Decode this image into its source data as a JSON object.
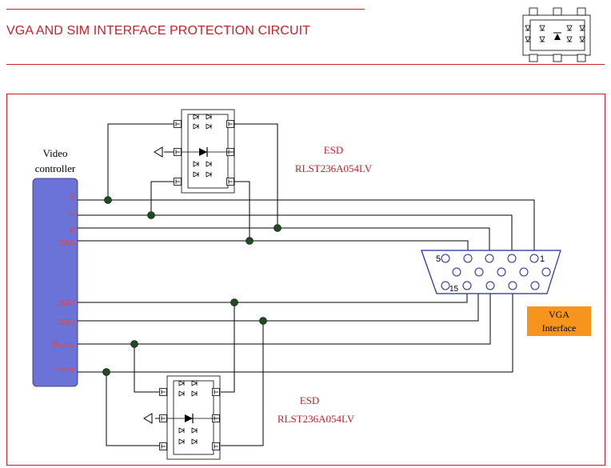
{
  "header": {
    "title": "VGA AND SIM INTERFACE PROTECTION CIRCUIT"
  },
  "controller": {
    "label_line1": "Video",
    "label_line2": "controller",
    "pins": [
      "R",
      "G",
      "B",
      "ID00",
      "ID02",
      "ID03",
      "H-sync",
      "V-sync"
    ],
    "color": "#6b72d8"
  },
  "esd_top": {
    "label": "ESD",
    "part_number": "RLST236A054LV"
  },
  "esd_bottom": {
    "label": "ESD",
    "part_number": "RLST236A054LV"
  },
  "connector": {
    "pin_labels": [
      "5",
      "1",
      "15"
    ]
  },
  "vga_box": {
    "line1": "VGA",
    "line2": "Interface",
    "color": "#f7941d"
  },
  "colors": {
    "accent_red": "#c8202a",
    "junction": "#1f4d1f",
    "connector_blue": "#1e2aa0"
  }
}
